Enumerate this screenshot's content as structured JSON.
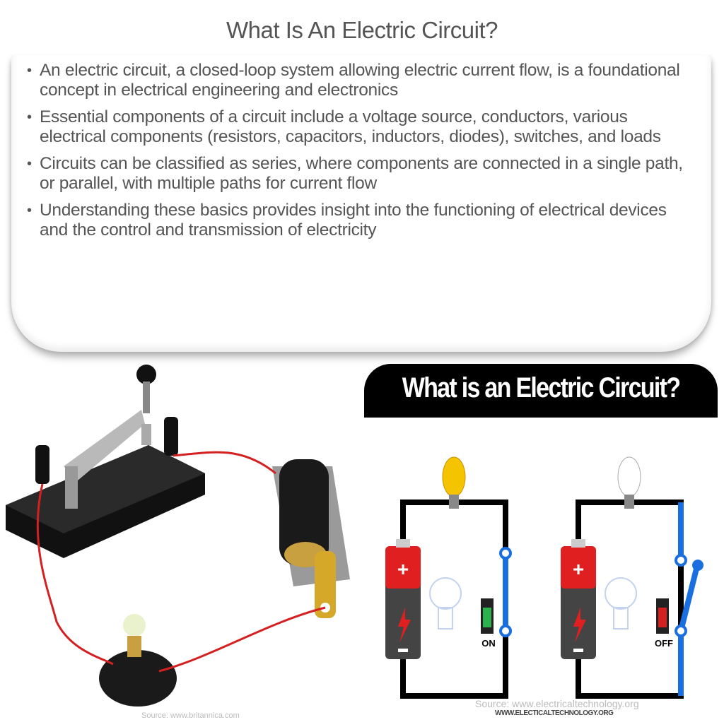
{
  "title": "What Is An Electric Circuit?",
  "bullets": [
    "An electric circuit, a closed-loop system allowing electric current flow, is a foundational concept in electrical engineering and electronics",
    "Essential components of a circuit include a voltage source, conductors, various electrical components (resistors, capacitors, inductors, diodes), switches, and loads",
    "Circuits can be classified as series, where components are connected in a single path, or parallel, with multiple paths for current flow",
    "Understanding these basics provides insight into the functioning of electrical devices and the control and transmission of electricity"
  ],
  "photo": {
    "credit": "Source: www.britannica.com"
  },
  "diagram": {
    "banner": "What is an Electric Circuit?",
    "switch_on_label": "ON",
    "switch_off_label": "OFF",
    "credit": "Source: www.electricaltechnology.org",
    "watermark": "WWW.ELECTICALTECHNOLOGY.ORG",
    "colors": {
      "banner": "#000000",
      "wire": "#000000",
      "switch": "#1a6fe0",
      "battery_top": "#e02020",
      "bulb_on": "#f5c400"
    }
  }
}
